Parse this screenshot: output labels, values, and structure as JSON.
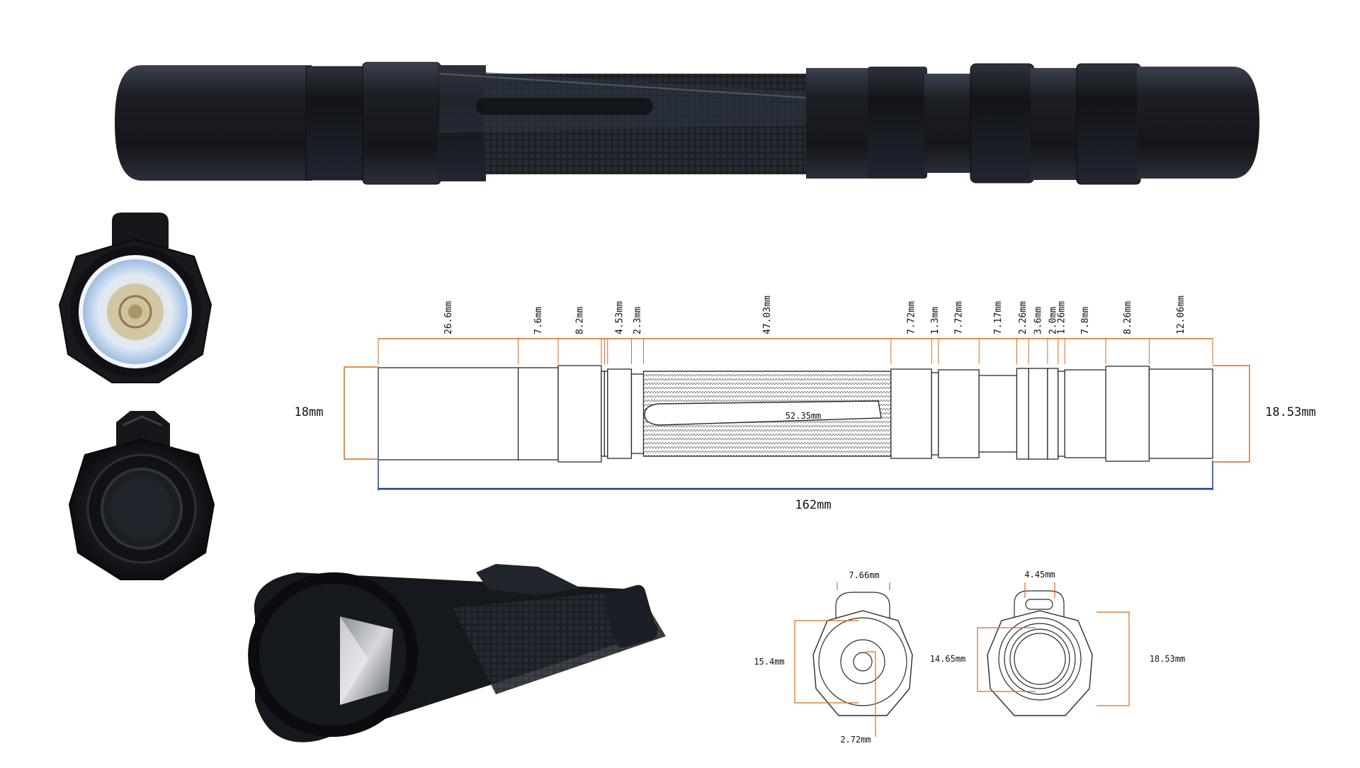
{
  "colors": {
    "background": "#ffffff",
    "body": "#1c1f24",
    "body_highlight": "#3a4150",
    "outline": "#2a2a2a",
    "dimension_orange": "#d86a1e",
    "dimension_blue": "#1f3a93",
    "lens_blue": "#cfe0f5"
  },
  "icons": {
    "top_render": "flashlight-side-render-icon",
    "front_render": "flashlight-head-front-view-icon",
    "rear_render": "flashlight-tail-end-view-icon",
    "angle_render": "flashlight-perspective-render-icon"
  },
  "side_view": {
    "segments": [
      {
        "label": "26.6mm",
        "length": 26.6
      },
      {
        "label": "7.6mm",
        "length": 7.6
      },
      {
        "label": "8.2mm",
        "length": 8.2
      },
      {
        "label": "",
        "length": 0.6
      },
      {
        "label": "",
        "length": 0.6
      },
      {
        "label": "4.53mm",
        "length": 4.53
      },
      {
        "label": "2.3mm",
        "length": 2.3
      },
      {
        "label": "47.03mm",
        "length": 47.03
      },
      {
        "label": "7.72mm",
        "length": 7.72
      },
      {
        "label": "1.3mm",
        "length": 1.3
      },
      {
        "label": "7.72mm",
        "length": 7.72
      },
      {
        "label": "7.17mm",
        "length": 7.17
      },
      {
        "label": "2.26mm",
        "length": 2.26
      },
      {
        "label": "3.6mm",
        "length": 3.6
      },
      {
        "label": "2.0mm",
        "length": 2.0
      },
      {
        "label": "1.26mm",
        "length": 1.26
      },
      {
        "label": "7.8mm",
        "length": 7.8
      },
      {
        "label": "8.26mm",
        "length": 8.26
      },
      {
        "label": "12.06mm",
        "length": 12.06
      }
    ],
    "total_length": "162mm",
    "left_diameter": "18mm",
    "right_diameter": "18.53mm",
    "clip_length": "52.35mm"
  },
  "end_views": {
    "head": {
      "width": "7.66mm",
      "diameter": "15.4mm",
      "center": "2.72mm"
    },
    "tail": {
      "width": "4.45mm",
      "diameter": "14.65mm",
      "outer": "18.53mm"
    }
  }
}
